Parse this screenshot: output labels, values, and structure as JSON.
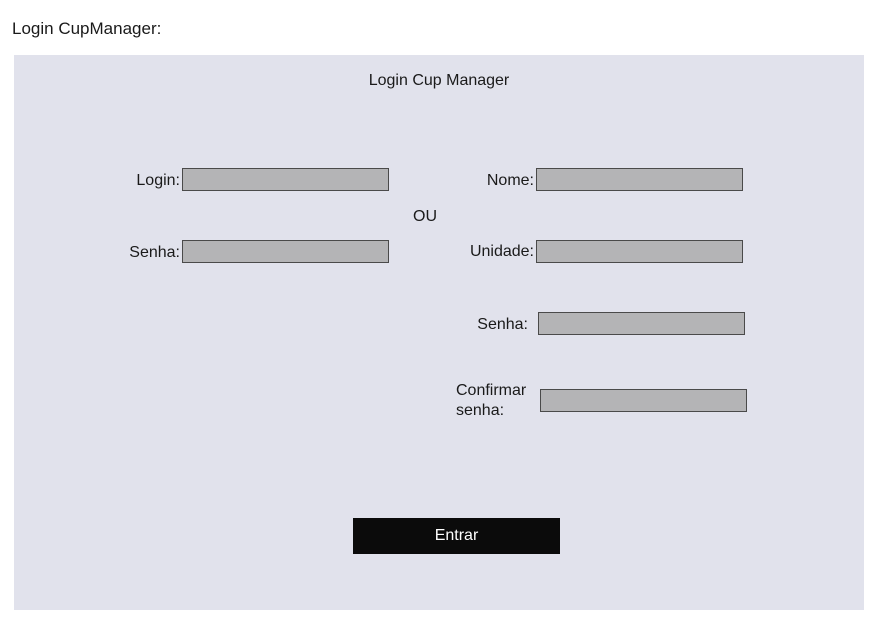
{
  "page": {
    "heading": "Login CupManager:"
  },
  "panel": {
    "title": "Login Cup Manager",
    "separator": "OU",
    "submit_label": "Entrar"
  },
  "login_form": {
    "login_label": "Login:",
    "login_value": "",
    "password_label": "Senha:",
    "password_value": ""
  },
  "register_form": {
    "name_label": "Nome:",
    "name_value": "",
    "unit_label": "Unidade:",
    "unit_value": "",
    "password_label": "Senha:",
    "password_value": "",
    "confirm_label_line1": "Confirmar",
    "confirm_label_line2": "senha:",
    "confirm_value": ""
  },
  "colors": {
    "panel_background": "#e1e2ec",
    "field_background": "#b4b4b6",
    "button_background": "#0b0b0b",
    "button_text": "#ffffff"
  }
}
